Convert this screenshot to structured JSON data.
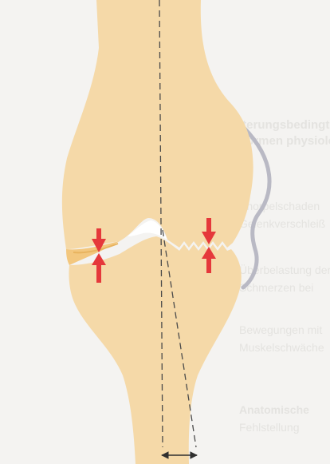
{
  "colors": {
    "page_background": "#f4f3f1",
    "bone": "#f5d9a8",
    "cartilage_worn": "#f3c77e",
    "joint_space": "#ffffff",
    "pressure_arrow": "#e5383b",
    "axis_line": "#4a4a4a",
    "capsule_outline": "#b9b9c4",
    "background_text": "#e4e3e0"
  },
  "elements": {
    "femur": "upper bone (femur)",
    "tibia": "lower bone (tibia)",
    "medial_compartment": "narrowed joint space with worn cartilage",
    "lateral_compartment": "jagged joint line",
    "mechanical_axis": "dashed vertical line",
    "deviated_axis": "dashed angled line",
    "deviation_indicator": "double-headed arrow",
    "pressure_markers": "paired red converging arrows"
  },
  "background_text": {
    "line1": "lterungsbedingte",
    "line2": "Formen physiolog",
    "line3": "Knorpelschaden",
    "line4": "Gelenkverschleiß",
    "line5": "Überbelastung der",
    "line6": "Schmerzen bei",
    "line7": "Bewegungen mit",
    "line8": "Muskelschwäche",
    "line9": "Anatomische",
    "line10": "Fehlstellung"
  }
}
